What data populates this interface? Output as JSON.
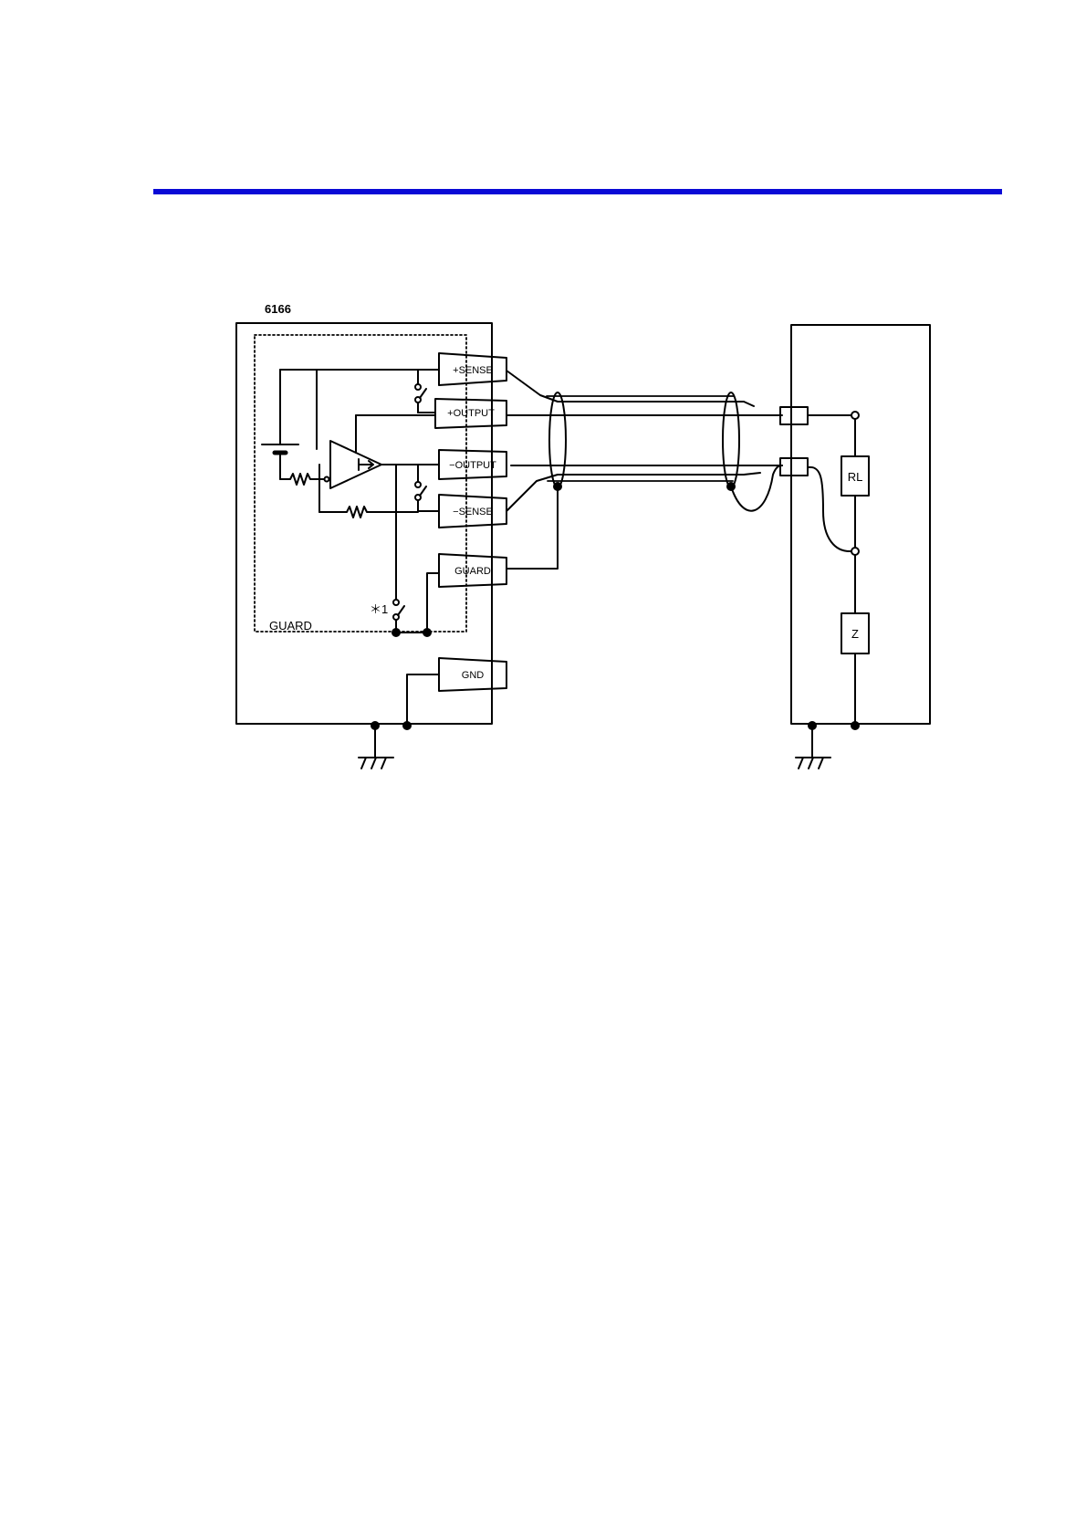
{
  "colors": {
    "header_rule": "#0a0ad6",
    "ink": "#000000"
  },
  "diagram": {
    "instrument_label": "6166",
    "guard_region_label": "GUARD",
    "terminals": {
      "plus_sense": "+SENSE",
      "plus_output": "+OUTPUT",
      "minus_output": "−OUTPUT",
      "minus_sense": "−SENSE",
      "guard": "GUARD",
      "gnd": "GND"
    },
    "switch_note": "＊1",
    "load_resistor": "RL",
    "impedance": "Z"
  }
}
